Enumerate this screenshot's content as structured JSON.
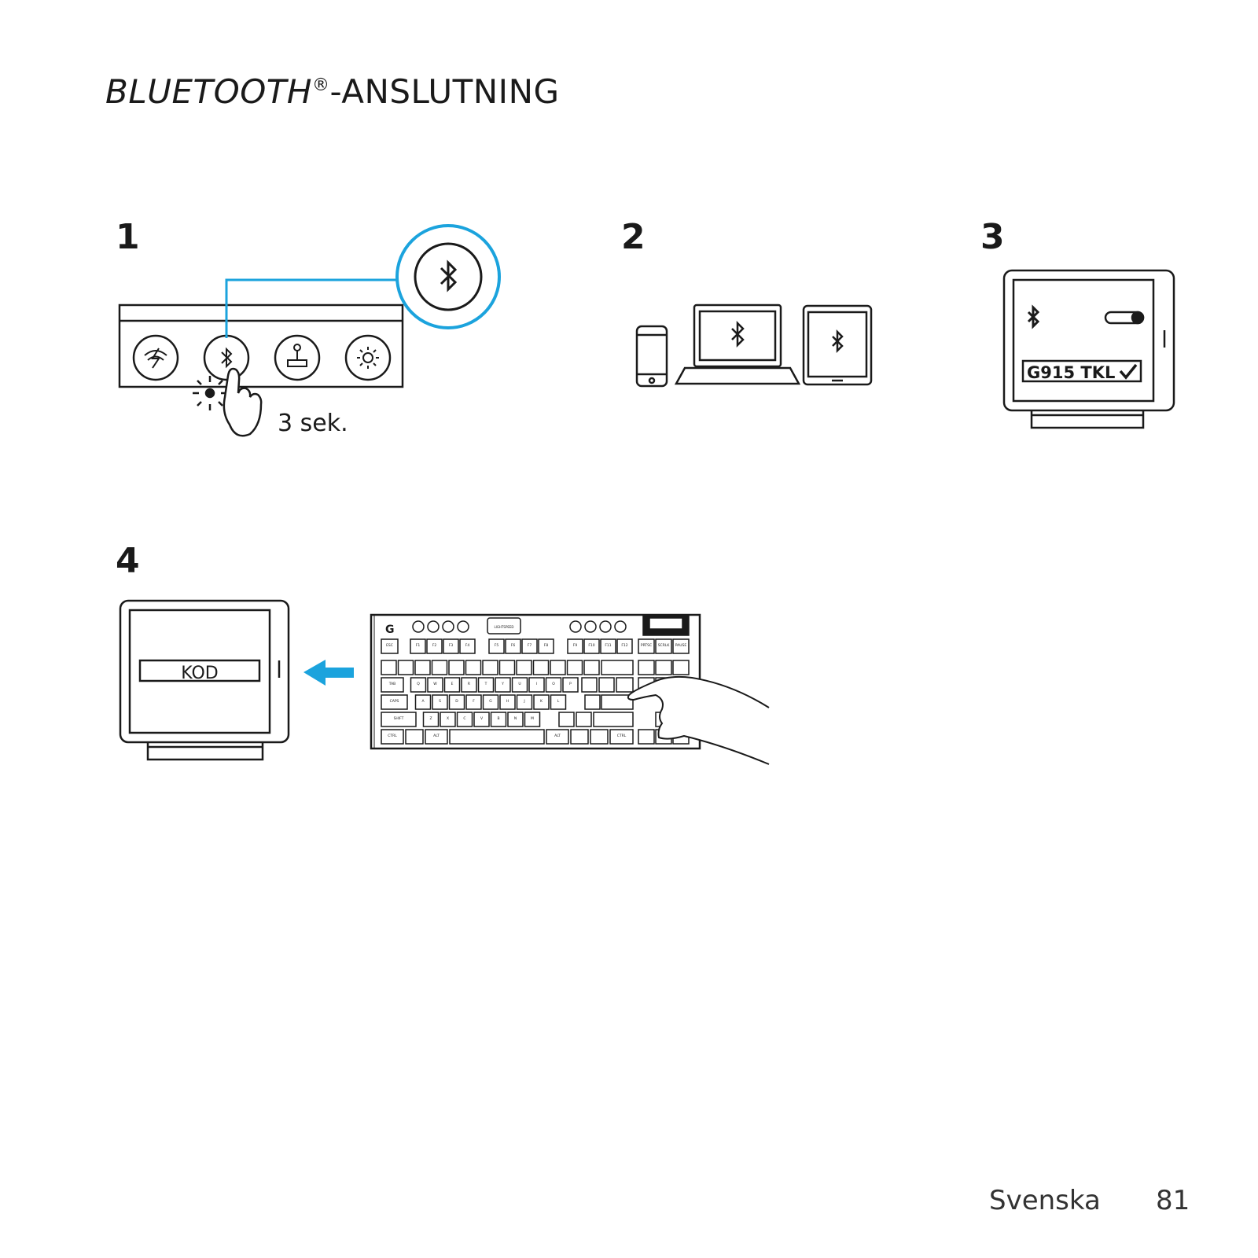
{
  "heading": {
    "italic_part": "BLUETOOTH",
    "reg_mark": "®",
    "rest": "-ANSLUTNING"
  },
  "steps": [
    {
      "number": "1",
      "hold_label": "3 sek."
    },
    {
      "number": "2"
    },
    {
      "number": "3",
      "device_name": "G915 TKL"
    },
    {
      "number": "4",
      "code_label": "KOD"
    }
  ],
  "keyboard_keys": {
    "fn_row": [
      "ESC",
      "F1",
      "F2",
      "F3",
      "F4",
      "F5",
      "F6",
      "F7",
      "F8",
      "F9",
      "F10",
      "F11",
      "F12"
    ],
    "nav_row": [
      "PRTSC",
      "SCRLK",
      "PAUSE"
    ],
    "row_q": [
      "TAB",
      "Q",
      "W",
      "E",
      "R",
      "T",
      "Y",
      "U",
      "I",
      "O",
      "P"
    ],
    "row_a": [
      "CAPS",
      "A",
      "S",
      "D",
      "F",
      "G",
      "H",
      "J",
      "K",
      "L"
    ],
    "row_z": [
      "SHIFT",
      "Z",
      "X",
      "C",
      "V",
      "B",
      "N",
      "M"
    ],
    "row_bottom": [
      "CTRL",
      "ALT",
      "ALT",
      "CTRL"
    ],
    "brand_label": "LIGHTSPEED"
  },
  "colors": {
    "accent": "#1ba3dd",
    "ink": "#1a1a1a"
  },
  "footer": {
    "language": "Svenska",
    "page": "81"
  }
}
